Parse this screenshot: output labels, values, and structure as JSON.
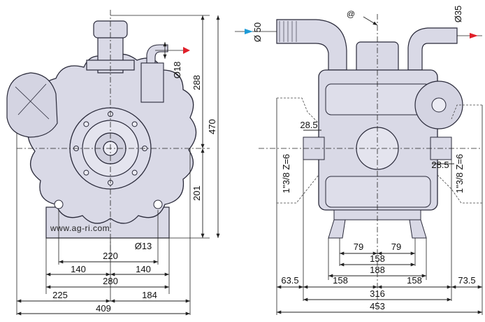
{
  "colors": {
    "body_fill": "#d9d9e6",
    "body_stroke": "#2a2a3a",
    "accent_red": "#e0202a",
    "accent_blue": "#1e9bd7",
    "line": "#222222"
  },
  "watermark": "www.ag-ri.com",
  "front_view": {
    "dims": {
      "total_width": "409",
      "left_to_axis": "225",
      "axis_to_right": "184",
      "feet_outer": "280",
      "feet_left": "140",
      "feet_right": "140",
      "feet_span": "220",
      "hole_dia": "Ø13",
      "outlet_dia": "Ø18",
      "total_height": "470",
      "upper_height": "288",
      "axis_height": "201"
    }
  },
  "side_view": {
    "dims": {
      "total_width": "453",
      "center_span": "316",
      "left_offset": "63.5",
      "right_offset": "73.5",
      "half_left": "158",
      "half_right": "158",
      "feet_outer": "188",
      "feet_inner": "158",
      "feet_half_left": "79",
      "feet_half_right": "79",
      "inlet_dia": "Ø 50",
      "outlet_dia": "Ø35",
      "port_offset_left": "28.5",
      "port_offset_right": "28.5",
      "thread_left": "1\"3/8 Z=6",
      "thread_right": "1\"3/8 Z=6",
      "center_mark": "@"
    }
  }
}
